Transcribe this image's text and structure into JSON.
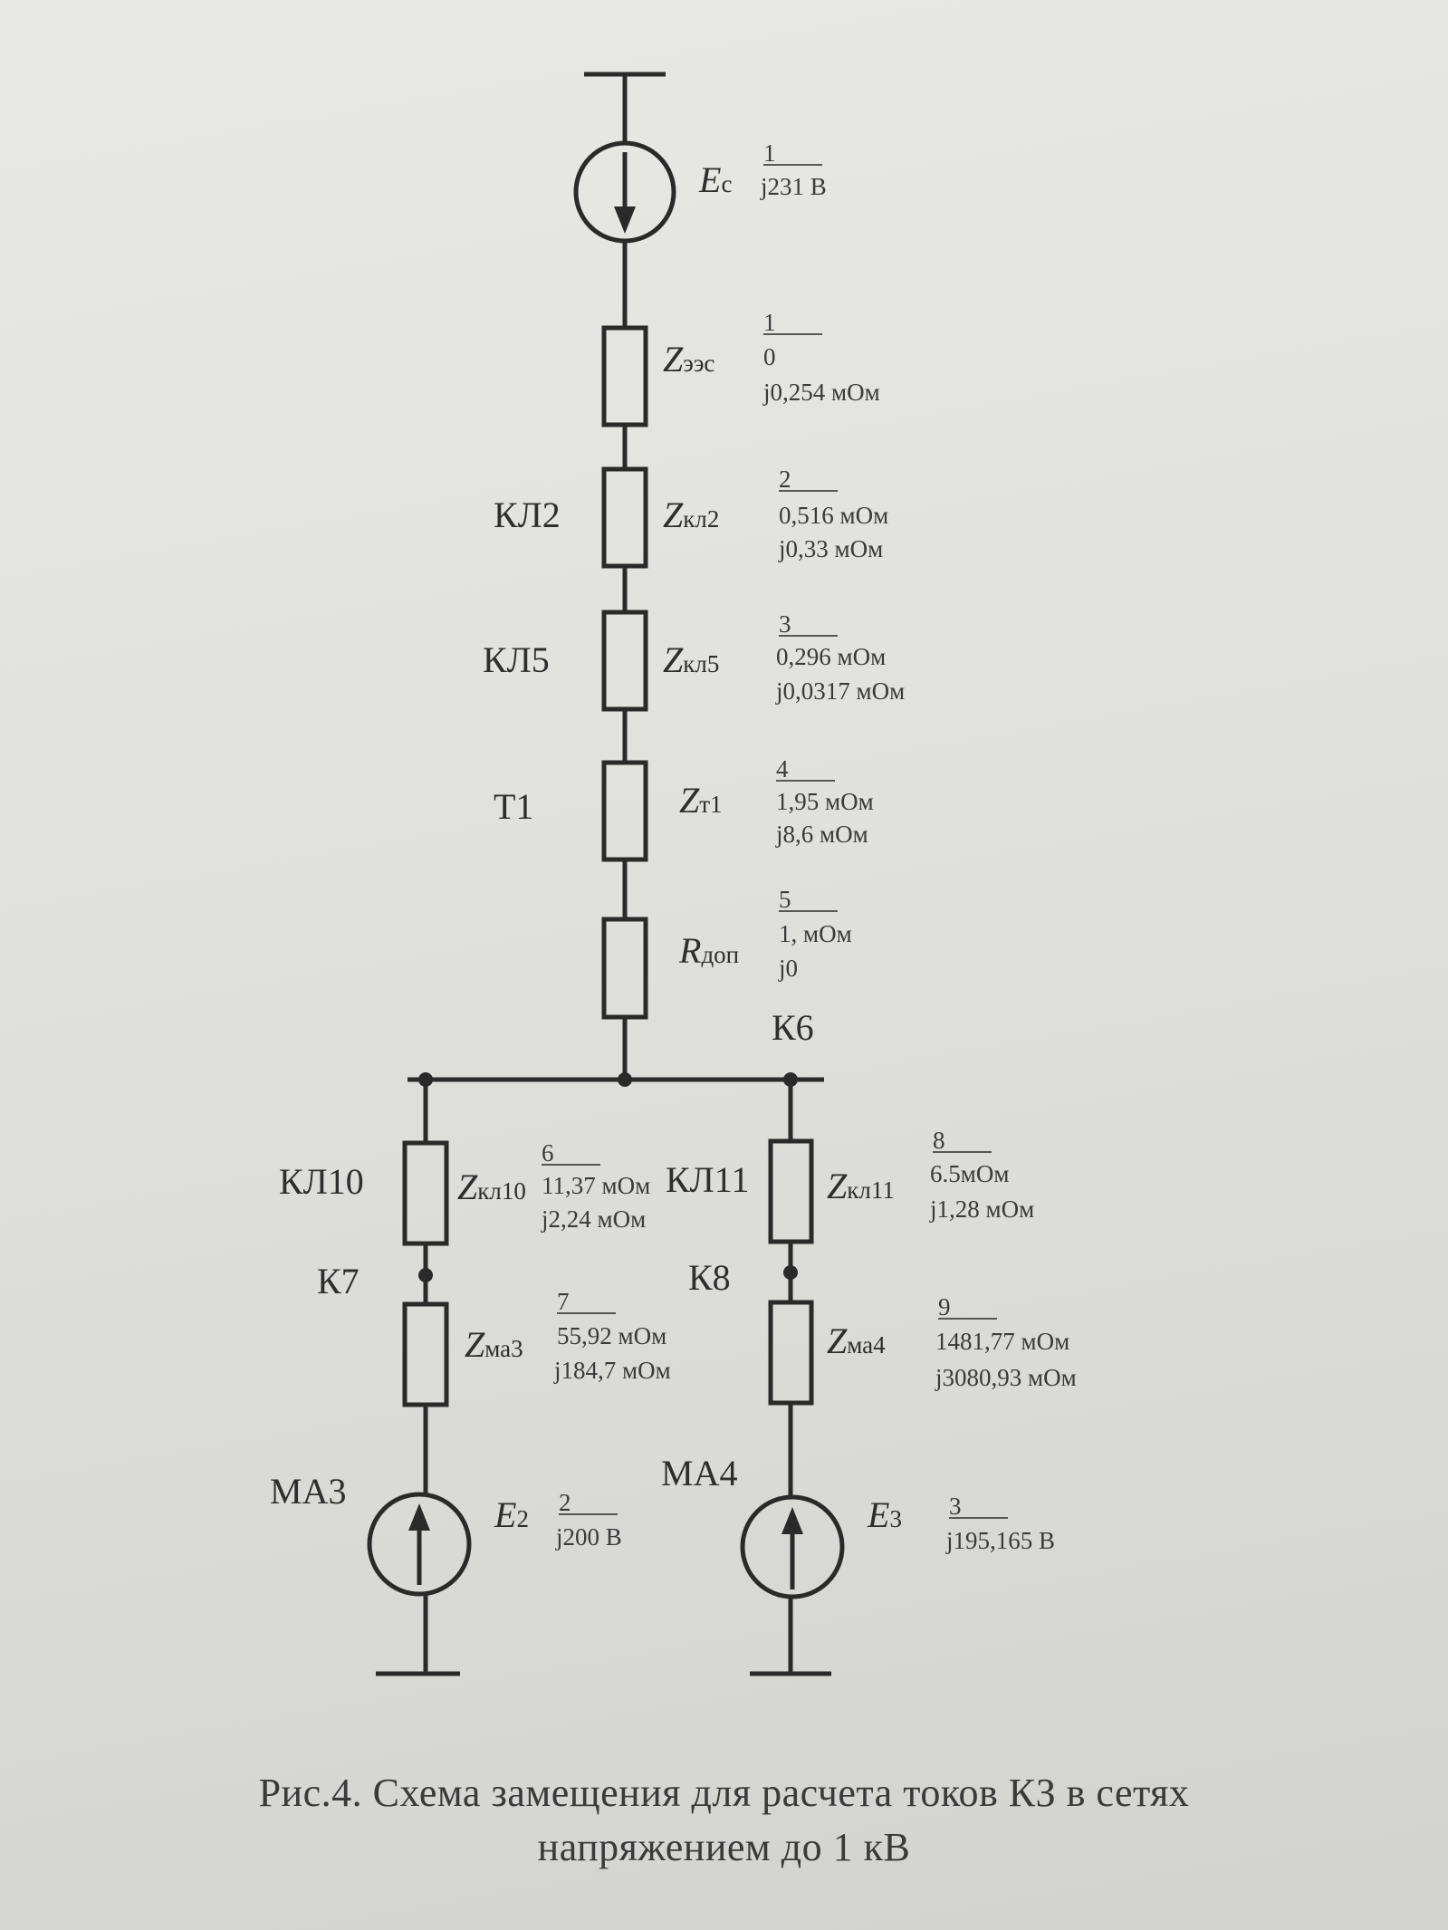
{
  "caption": {
    "line1": "Рис.4. Схема замещения для расчета токов КЗ в сетях",
    "line2": "напряжением до 1 кВ"
  },
  "source_ec": {
    "symbol": "E",
    "subscript": "c",
    "number": "1",
    "value": "j231 В"
  },
  "z_ees": {
    "symbol": "Z",
    "subscript": "ээс",
    "number": "1",
    "r": "0",
    "x": "j0,254 мОм"
  },
  "kl2": {
    "name": "КЛ2",
    "symbol": "Z",
    "subscript": "кл2",
    "number": "2",
    "r": "0,516 мОм",
    "x": "j0,33 мОм"
  },
  "kl5": {
    "name": "КЛ5",
    "symbol": "Z",
    "subscript": "кл5",
    "number": "3",
    "r": "0,296 мОм",
    "x": "j0,0317 мОм"
  },
  "t1": {
    "name": "Т1",
    "symbol": "Z",
    "subscript": "т1",
    "number": "4",
    "r": "1,95 мОм",
    "x": "j8,6 мОм"
  },
  "r_dop": {
    "symbol": "R",
    "subscript": "доп",
    "number": "5",
    "r": "1, мОм",
    "x": "j0"
  },
  "node_k6": {
    "name": "К6"
  },
  "kl10": {
    "name": "КЛ10",
    "symbol": "Z",
    "subscript": "кл10",
    "number": "6",
    "r": "11,37 мОм",
    "x": "j2,24 мОм"
  },
  "kl11": {
    "name": "КЛ11",
    "symbol": "Z",
    "subscript": "кл11",
    "number": "8",
    "r": "6.5мОм",
    "x": "j1,28 мОм"
  },
  "node_k7": {
    "name": "К7"
  },
  "node_k8": {
    "name": "К8"
  },
  "ma3_z": {
    "symbol": "Z",
    "subscript": "ма3",
    "number": "7",
    "r": "55,92 мОм",
    "x": "j184,7 мОм"
  },
  "ma4_z": {
    "symbol": "Z",
    "subscript": "ма4",
    "number": "9",
    "r": "1481,77 мОм",
    "x": "j3080,93 мОм"
  },
  "ma3_src": {
    "name": "МА3",
    "symbol": "E",
    "subscript": "2",
    "number": "2",
    "value": "j200 В"
  },
  "ma4_src": {
    "name": "МА4",
    "symbol": "E",
    "subscript": "3",
    "number": "3",
    "value": "j195,165 В"
  },
  "colors": {
    "paper": "#e1e1de",
    "ink": "#2a2a2a"
  }
}
